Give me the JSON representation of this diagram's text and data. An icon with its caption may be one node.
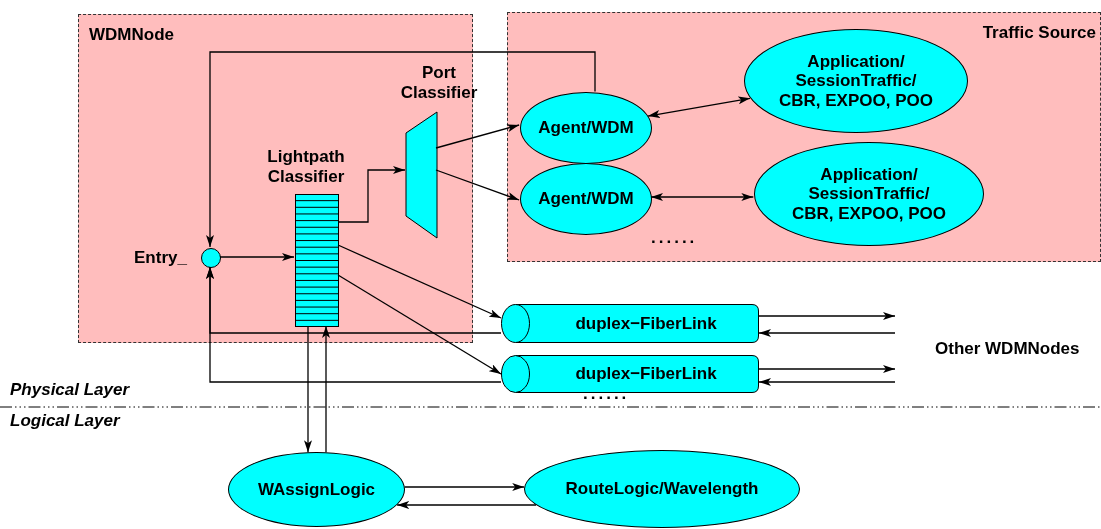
{
  "diagram": {
    "nodes": [
      {
        "text": [
          "WDMNode"
        ]
      },
      {
        "text": [
          "Traffic Source"
        ]
      },
      {
        "text": [
          "Port Classifier"
        ],
        "in": 0
      },
      {
        "text": [
          "Lightpath Classifier"
        ],
        "in": 0
      },
      {
        "text": [
          "Entry_"
        ],
        "in": 0
      },
      {
        "text": [
          "Agent/WDM"
        ],
        "in": 1
      },
      {
        "text": [
          "Application/ SessionTraffic/ CBR, EXPOO, POO"
        ],
        "in": 1
      },
      {
        "text": [
          "Agent/WDM"
        ],
        "in": 1
      },
      {
        "text": [
          "Application/ SessionTraffic/ CBR, EXPOO, POO"
        ],
        "in": 1
      },
      {
        "text": [
          "duplex−FiberLink"
        ]
      },
      {
        "text": [
          "duplex−FiberLink"
        ]
      },
      {
        "text": [
          "WAssignLogic"
        ]
      },
      {
        "text": [
          "RouteLogic/Wavelength"
        ]
      }
    ],
    "edges": [
      {
        "from": 5,
        "to": 4,
        "arrow": "to"
      },
      {
        "from": 4,
        "to": 3,
        "arrow": "to"
      },
      {
        "from": 3,
        "to": 2,
        "arrow": "to"
      },
      {
        "from": 2,
        "to": 5,
        "arrow": "to"
      },
      {
        "from": 2,
        "to": 7,
        "arrow": "to"
      },
      {
        "from": 5,
        "to": 6,
        "arrow": "both"
      },
      {
        "from": 7,
        "to": 8,
        "arrow": "both"
      },
      {
        "from": 3,
        "to": 9,
        "arrow": "to"
      },
      {
        "from": 3,
        "to": 10,
        "arrow": "to"
      },
      {
        "from": 9,
        "to": 4,
        "arrow": "to"
      },
      {
        "from": 10,
        "to": 4,
        "arrow": "to"
      },
      {
        "from": 9,
        "to": null,
        "arrow": "to"
      },
      {
        "from": null,
        "to": 9,
        "arrow": "to"
      },
      {
        "from": 10,
        "to": null,
        "arrow": "to"
      },
      {
        "from": null,
        "to": 10,
        "arrow": "to"
      },
      {
        "from": 3,
        "to": 11,
        "arrow": "to"
      },
      {
        "from": 11,
        "to": 3,
        "arrow": "to"
      },
      {
        "from": 11,
        "to": 12,
        "arrow": "to"
      },
      {
        "from": 12,
        "to": 11,
        "arrow": "to"
      }
    ],
    "labels": [
      "......",
      "Other WDMNodes",
      "......",
      "Physical Layer",
      "Logical Layer"
    ]
  }
}
